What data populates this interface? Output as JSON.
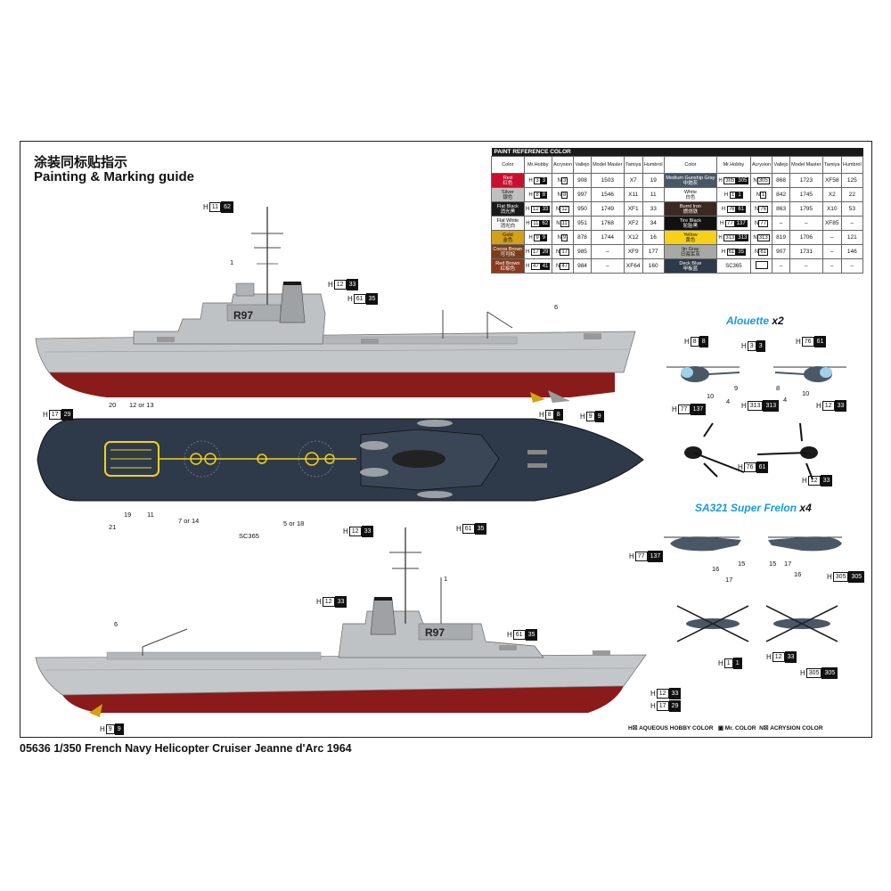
{
  "header": {
    "title_cn": "涂装同标贴指示",
    "title_en": "Painting & Marking guide"
  },
  "paint_table": {
    "title": "PAINT REFERENCE COLOR",
    "columns": [
      "Color",
      "Mr.Hobby",
      "Acrysion",
      "Vallejo",
      "Model Master",
      "Tamiya",
      "Humbrol"
    ],
    "left": [
      {
        "en": "Red",
        "cn": "红色",
        "swatch": "#c8102e",
        "text": "#fff",
        "h": "3",
        "m": "3",
        "n": "3",
        "vallejo": "908",
        "mm": "1503",
        "tamiya": "X7",
        "humbrol": "19"
      },
      {
        "en": "Silver",
        "cn": "银色",
        "swatch": "#c0c0c0",
        "text": "#111",
        "h": "8",
        "m": "8",
        "n": "8",
        "vallejo": "997",
        "mm": "1546",
        "tamiya": "X11",
        "humbrol": "11"
      },
      {
        "en": "Flat Black",
        "cn": "消光黑",
        "swatch": "#1a1a1a",
        "text": "#fff",
        "h": "12",
        "m": "33",
        "n": "12",
        "vallejo": "950",
        "mm": "1749",
        "tamiya": "XF1",
        "humbrol": "33"
      },
      {
        "en": "Flat White",
        "cn": "消光白",
        "swatch": "#f6f6f6",
        "text": "#111",
        "h": "11",
        "m": "62",
        "n": "11",
        "vallejo": "951",
        "mm": "1768",
        "tamiya": "XF2",
        "humbrol": "34"
      },
      {
        "en": "Gold",
        "cn": "金色",
        "swatch": "#d4a017",
        "text": "#111",
        "h": "9",
        "m": "9",
        "n": "9",
        "vallejo": "878",
        "mm": "1744",
        "tamiya": "X12",
        "humbrol": "16"
      },
      {
        "en": "Cocoa Brown",
        "cn": "可可棕",
        "swatch": "#7b3f1d",
        "text": "#fff",
        "h": "17",
        "m": "29",
        "n": "17",
        "vallejo": "985",
        "mm": "–",
        "tamiya": "XF9",
        "humbrol": "177"
      },
      {
        "en": "Red Brown",
        "cn": "红棕色",
        "swatch": "#8b3a1e",
        "text": "#fff",
        "h": "47",
        "m": "41",
        "n": "47",
        "vallejo": "984",
        "mm": "–",
        "tamiya": "XF64",
        "humbrol": "160"
      }
    ],
    "right": [
      {
        "en": "Medium Gunship Gray",
        "cn": "中炮灰",
        "swatch": "#4a5866",
        "text": "#fff",
        "h": "305",
        "m": "305",
        "n": "305",
        "vallejo": "868",
        "mm": "1723",
        "tamiya": "XF58",
        "humbrol": "125"
      },
      {
        "en": "White",
        "cn": "白色",
        "swatch": "#ffffff",
        "text": "#111",
        "h": "1",
        "m": "1",
        "n": "1",
        "vallejo": "842",
        "mm": "1745",
        "tamiya": "X2",
        "humbrol": "22"
      },
      {
        "en": "Burnt Iron",
        "cn": "燃烧铁",
        "swatch": "#3b2a22",
        "text": "#fff",
        "h": "76",
        "m": "61",
        "n": "76",
        "vallejo": "863",
        "mm": "1795",
        "tamiya": "X10",
        "humbrol": "53"
      },
      {
        "en": "Tire Black",
        "cn": "轮胎黑",
        "swatch": "#111111",
        "text": "#fff",
        "h": "77",
        "m": "137",
        "n": "77",
        "vallejo": "–",
        "mm": "–",
        "tamiya": "XF85",
        "humbrol": "–"
      },
      {
        "en": "Yellow",
        "cn": "黄色",
        "swatch": "#f7d117",
        "text": "#111",
        "h": "313",
        "m": "313",
        "n": "313",
        "vallejo": "819",
        "mm": "1706",
        "tamiya": "–",
        "humbrol": "121"
      },
      {
        "en": "Ijn Gray",
        "cn": "日海军灰",
        "swatch": "#a6a9a4",
        "text": "#111",
        "h": "61",
        "m": "35",
        "n": "61",
        "vallejo": "907",
        "mm": "1731",
        "tamiya": "–",
        "humbrol": "146"
      },
      {
        "en": "Deck Blue",
        "cn": "甲板蓝",
        "swatch": "#2e3a4a",
        "text": "#fff",
        "h": "",
        "m": "",
        "n": "",
        "special": "SC365",
        "vallejo": "–",
        "mm": "–",
        "tamiya": "–",
        "humbrol": "–"
      }
    ]
  },
  "callouts": {
    "mast": {
      "h": "H",
      "a": "11",
      "b": "62"
    },
    "funnel_top": {
      "h": "H",
      "a": "12",
      "b": "33"
    },
    "funnel": {
      "h": "H",
      "a": "61",
      "b": "35"
    },
    "hull_bottom_left": {
      "h": "H",
      "a": "17",
      "b": "29"
    },
    "prop_silver": {
      "h": "H",
      "a": "8",
      "b": "8"
    },
    "prop_gold": {
      "h": "H",
      "a": "9",
      "b": "9"
    },
    "deck_black": {
      "h": "H",
      "a": "12",
      "b": "33"
    },
    "deck_gray": {
      "h": "H",
      "a": "61",
      "b": "35"
    },
    "bottom_funnel": {
      "h": "H",
      "a": "12",
      "b": "33"
    },
    "bottom_superstructure": {
      "h": "H",
      "a": "61",
      "b": "35"
    },
    "bottom_hull_black": {
      "h": "H",
      "a": "12",
      "b": "33"
    },
    "bottom_hull_brown": {
      "h": "H",
      "a": "17",
      "b": "29"
    },
    "bottom_prop": {
      "h": "H",
      "a": "9",
      "b": "9"
    },
    "al_silver": {
      "h": "H",
      "a": "8",
      "b": "8"
    },
    "al_red": {
      "h": "H",
      "a": "3",
      "b": "3"
    },
    "al_iron": {
      "h": "H",
      "a": "76",
      "b": "61"
    },
    "al_tire": {
      "h": "H",
      "a": "77",
      "b": "137"
    },
    "al_yellow": {
      "h": "H",
      "a": "313",
      "b": "313"
    },
    "al_black": {
      "h": "H",
      "a": "12",
      "b": "33"
    },
    "al_top_iron": {
      "h": "H",
      "a": "76",
      "b": "61"
    },
    "al_top_black": {
      "h": "H",
      "a": "12",
      "b": "33"
    },
    "sf_tire": {
      "h": "H",
      "a": "77",
      "b": "137"
    },
    "sf_gray": {
      "h": "H",
      "a": "305",
      "b": "305"
    },
    "sf_white": {
      "h": "H",
      "a": "1",
      "b": "1"
    },
    "sf_black": {
      "h": "H",
      "a": "12",
      "b": "33"
    },
    "sf_gray2": {
      "h": "H",
      "a": "305",
      "b": "305"
    }
  },
  "labels": {
    "n1": "1",
    "n6": "6",
    "n20": "20",
    "n12or13": "12 or 13",
    "n19": "19",
    "n11": "11",
    "n21": "21",
    "n7or14": "7 or 14",
    "sc365": "SC365",
    "n5or18": "5 or 18",
    "bn6": "6",
    "bn1": "1",
    "a10l": "10",
    "a9": "9",
    "a4l": "4",
    "a8": "8",
    "a4r": "4",
    "a10r": "10",
    "s16l": "16",
    "s15l": "15",
    "s17l": "17",
    "s15r": "15",
    "s16r": "16",
    "s17r": "17"
  },
  "hull_code": "R97",
  "helicopters": {
    "alouette": {
      "name": "Alouette",
      "count": "x2"
    },
    "super_frelon": {
      "name": "SA321 Super Frelon",
      "count": "x4"
    }
  },
  "legend": {
    "h": "H",
    "aqueous": "AQUEOUS HOBBY COLOR",
    "mr": "Mr. COLOR",
    "n": "N",
    "acrysion": "ACRYSION COLOR"
  },
  "footer": {
    "title": "05636 1/350 French Navy Helicopter Cruiser Jeanne d'Arc 1964"
  },
  "colors": {
    "hull_gray": "#c4c7c9",
    "antifouling": "#8b1a1a",
    "deck_blue": "#2e3a4a",
    "yellow_mark": "#f7d117",
    "heli_title": "#1a9ad6"
  }
}
